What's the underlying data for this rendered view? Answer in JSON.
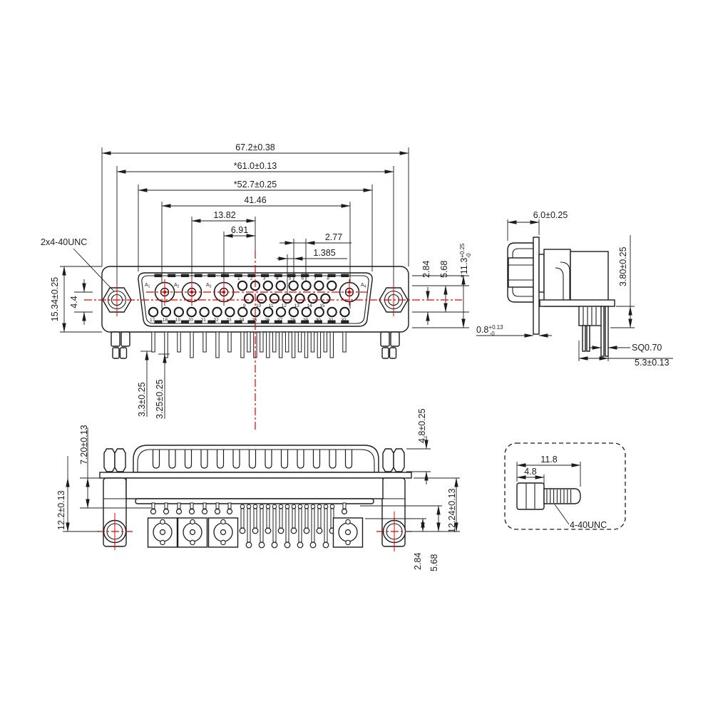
{
  "colors": {
    "line": "#1c1c1c",
    "centerline_red": "#e60000",
    "pin_label_red": "#d96a6a",
    "slot_dark": "#242424"
  },
  "front_view": {
    "thread_note": "2x4-40UNC",
    "dim_total_width": "67.2±0.38",
    "dim_mount_holes": "*61.0±0.13",
    "dim_shell_width": "*52.7±0.25",
    "dim_contact_span": "41.46",
    "dim_a2_to_center": "13.82",
    "dim_a3_to_center": "6.91",
    "dim_pin_pitch": "2.77",
    "dim_row_stagger": "1.385",
    "dim_flange_height": "15.34±0.25",
    "dim_coax_to_row": "4.4",
    "dim_right_small": "2.84",
    "dim_right_mid": "5.68",
    "dim_right_large": "*11.3",
    "dim_right_large_tol_plus": "+0.25",
    "dim_right_large_tol_minus": "-0",
    "coax_labels": [
      "A1",
      "A2",
      "A3",
      "A4"
    ],
    "pin_numbers": {
      "row_top": [
        "1",
        "2",
        "3",
        "4",
        "5",
        "6",
        "7",
        "8"
      ],
      "row_middle": [
        "9",
        "10",
        "11",
        "12",
        "13",
        "14",
        "15"
      ],
      "row_bottom": [
        "17",
        "18",
        "19",
        "20",
        "21",
        "22",
        "23",
        "24",
        "25",
        "26",
        "27",
        "28",
        "29",
        "30",
        "31",
        "32"
      ]
    }
  },
  "side_view": {
    "dim_front_depth": "6.0±0.25",
    "dim_standoff_height": "3.80±0.25",
    "dim_flange_thickness": "0.8",
    "dim_flange_tol_plus": "+0.13",
    "dim_flange_tol_minus": "-0",
    "dim_pin_square": "SQ0.70",
    "dim_pin_position": "5.3±0.13"
  },
  "bottom_view": {
    "dim_insulator_depth": "7.20±0.13",
    "dim_total_depth_left": "12.2±0.13",
    "dim_tail_len_short": "3.3±0.25",
    "dim_tail_len_long": "3.25±0.25",
    "dim_nut_height": "4.8±0.25",
    "dim_total_depth_right": "12.24±0.13",
    "dim_row_offset": "2.84",
    "dim_row_offset_double": "5.68"
  },
  "screw_detail": {
    "dim_total_length": "11.8",
    "dim_hex_length": "4.8",
    "thread_label": "4-40UNC"
  }
}
